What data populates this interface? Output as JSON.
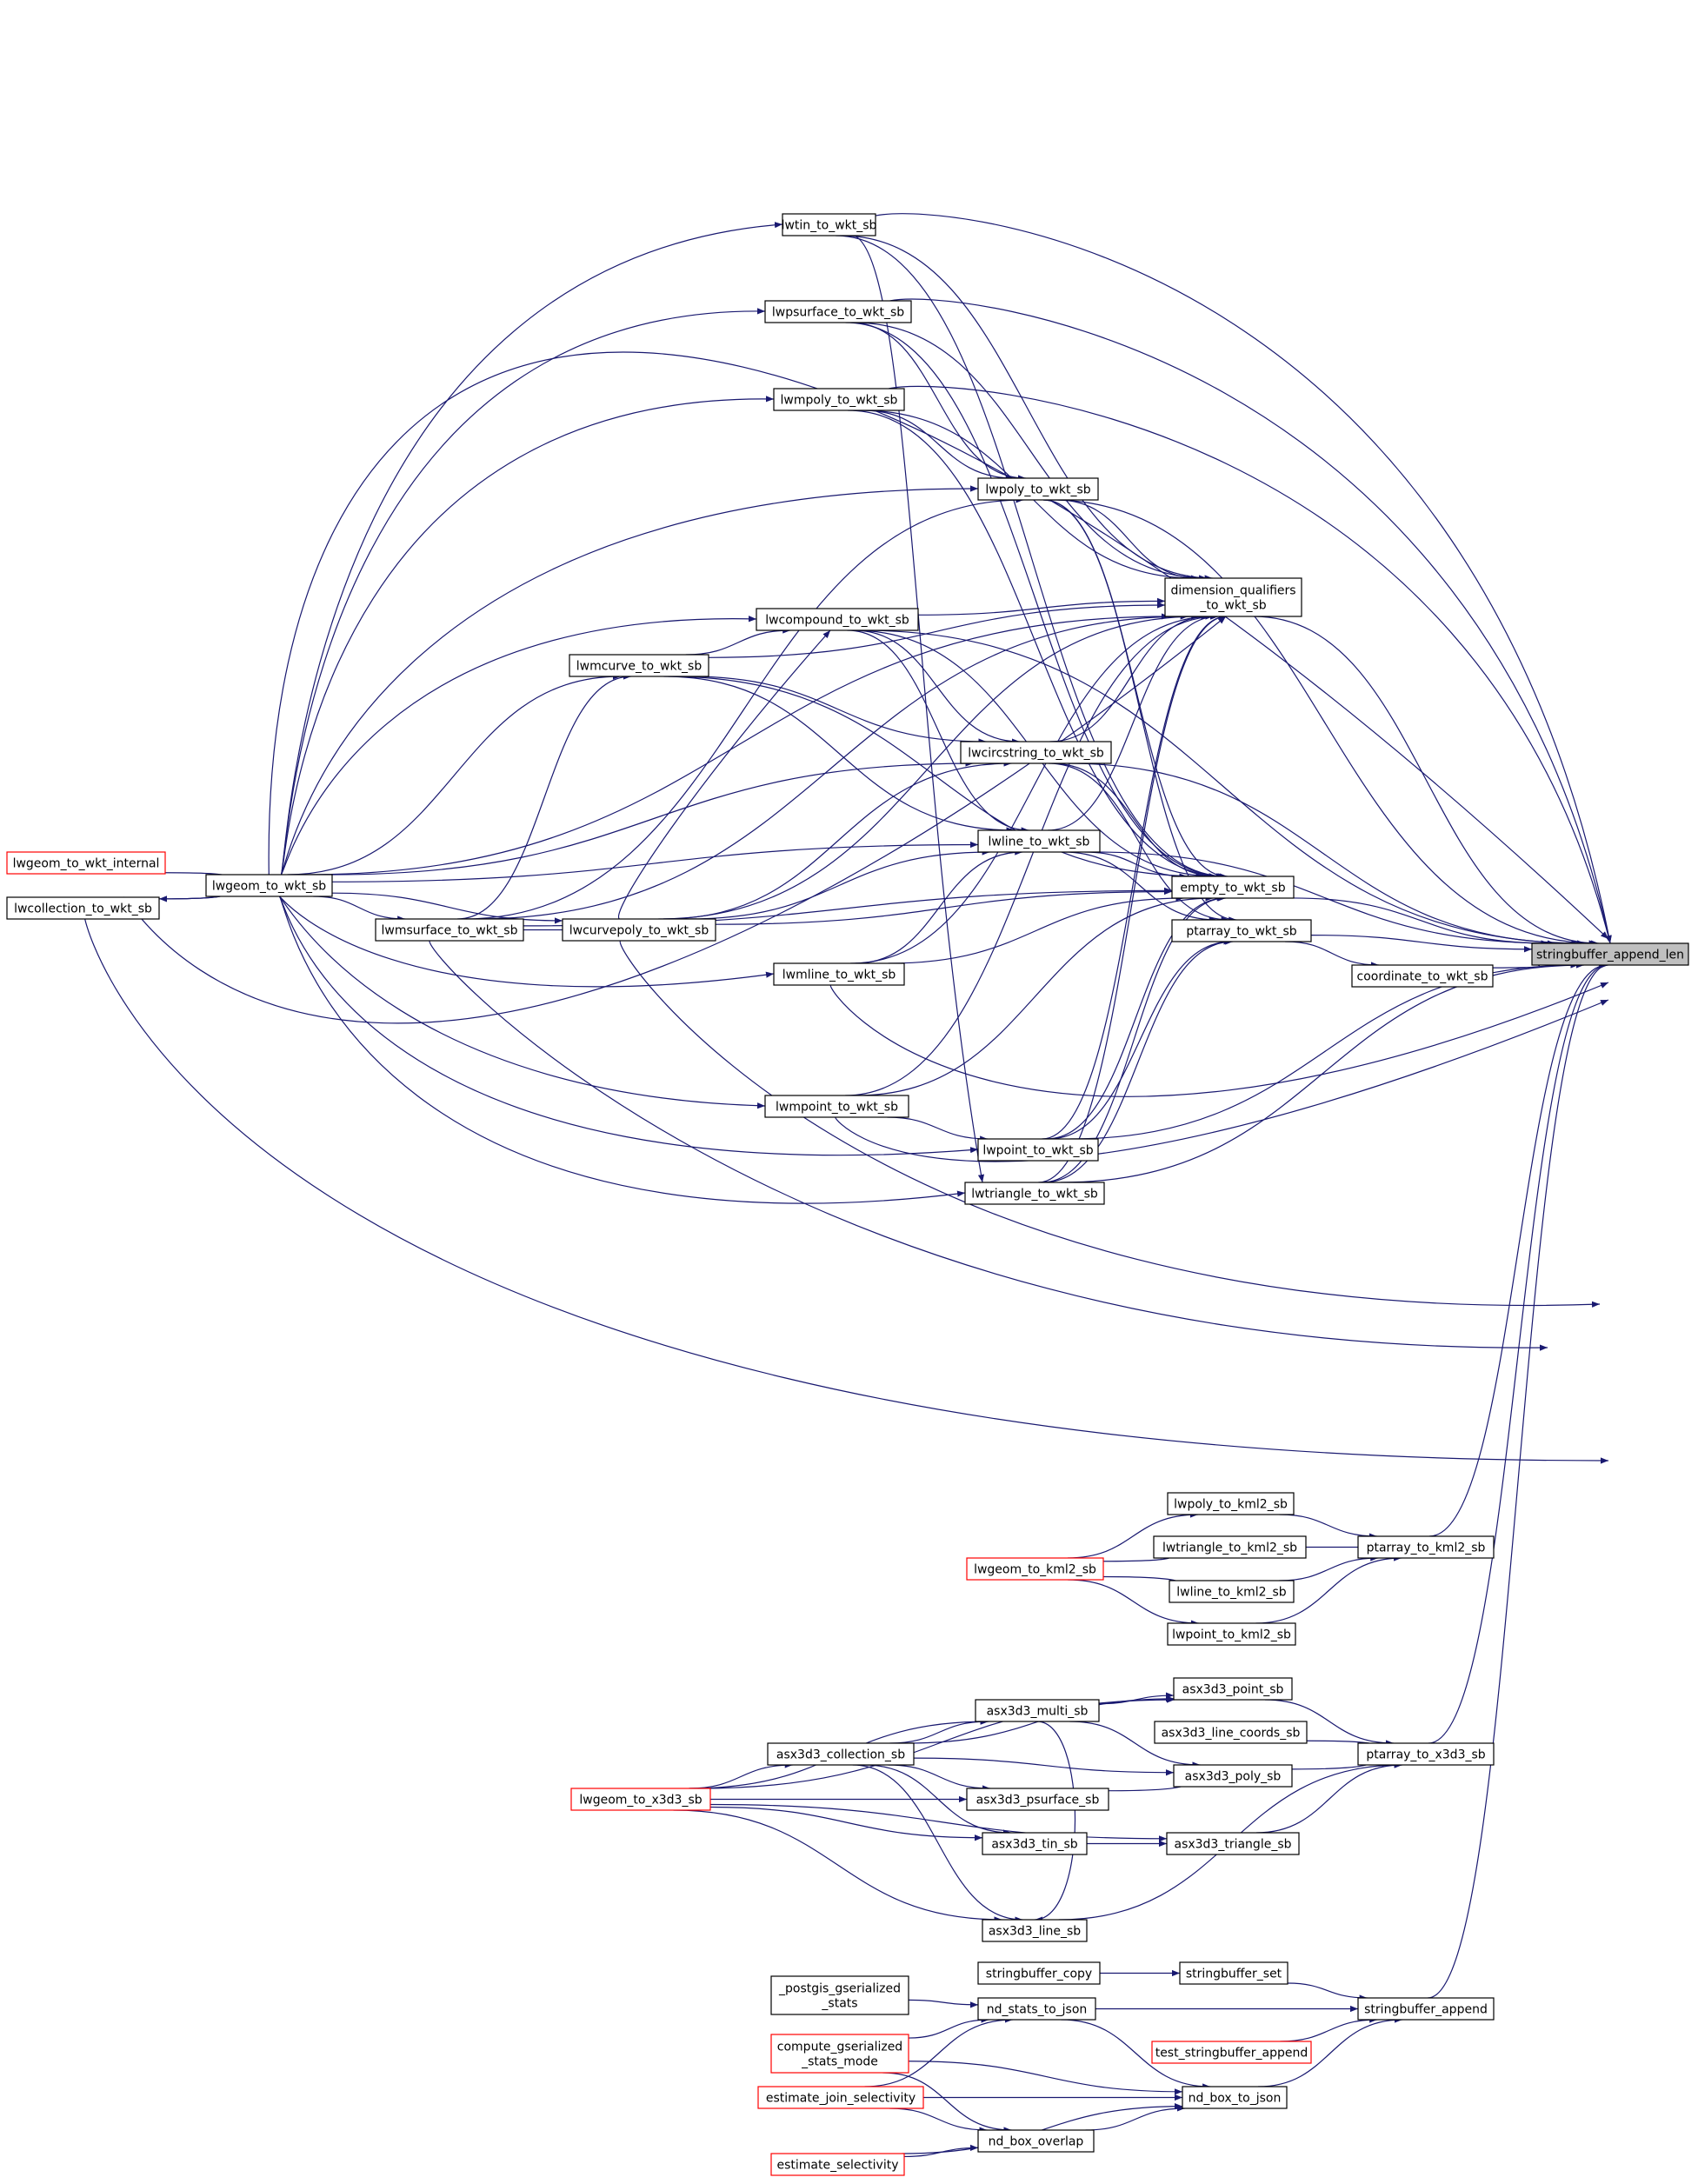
{
  "graph": {
    "colors": {
      "edge": "#191970",
      "node_border": "#000000",
      "node_border_truncated": "#ff0000",
      "node_fill": "#ffffff",
      "root_fill": "#bfbfbf"
    },
    "nodes": [
      {
        "id": "root",
        "label": "stringbuffer_append_len",
        "kind": "root"
      },
      {
        "id": "coord",
        "label": "coordinate_to_wkt_sb",
        "kind": "normal"
      },
      {
        "id": "ptarray",
        "label": "ptarray_to_wkt_sb",
        "kind": "normal"
      },
      {
        "id": "empty",
        "label": "empty_to_wkt_sb",
        "kind": "normal"
      },
      {
        "id": "dimq",
        "label": "dimension_qualifiers\n_to_wkt_sb",
        "kind": "normal"
      },
      {
        "id": "tin",
        "label": "lwtin_to_wkt_sb",
        "kind": "normal"
      },
      {
        "id": "psurf",
        "label": "lwpsurface_to_wkt_sb",
        "kind": "normal"
      },
      {
        "id": "mpoly",
        "label": "lwmpoly_to_wkt_sb",
        "kind": "normal"
      },
      {
        "id": "poly",
        "label": "lwpoly_to_wkt_sb",
        "kind": "normal"
      },
      {
        "id": "compound",
        "label": "lwcompound_to_wkt_sb",
        "kind": "normal"
      },
      {
        "id": "mcurve",
        "label": "lwmcurve_to_wkt_sb",
        "kind": "normal"
      },
      {
        "id": "circ",
        "label": "lwcircstring_to_wkt_sb",
        "kind": "normal"
      },
      {
        "id": "line",
        "label": "lwline_to_wkt_sb",
        "kind": "normal"
      },
      {
        "id": "geomwkt",
        "label": "lwgeom_to_wkt_sb",
        "kind": "normal"
      },
      {
        "id": "wktint",
        "label": "lwgeom_to_wkt_internal",
        "kind": "truncated"
      },
      {
        "id": "coll",
        "label": "lwcollection_to_wkt_sb",
        "kind": "normal"
      },
      {
        "id": "msurf",
        "label": "lwmsurface_to_wkt_sb",
        "kind": "normal"
      },
      {
        "id": "cpoly",
        "label": "lwcurvepoly_to_wkt_sb",
        "kind": "normal"
      },
      {
        "id": "mline",
        "label": "lwmline_to_wkt_sb",
        "kind": "normal"
      },
      {
        "id": "mpoint",
        "label": "lwmpoint_to_wkt_sb",
        "kind": "normal"
      },
      {
        "id": "point",
        "label": "lwpoint_to_wkt_sb",
        "kind": "normal"
      },
      {
        "id": "tri",
        "label": "lwtriangle_to_wkt_sb",
        "kind": "normal"
      },
      {
        "id": "kpoly",
        "label": "lwpoly_to_kml2_sb",
        "kind": "normal"
      },
      {
        "id": "ktri",
        "label": "lwtriangle_to_kml2_sb",
        "kind": "normal"
      },
      {
        "id": "kline",
        "label": "lwline_to_kml2_sb",
        "kind": "normal"
      },
      {
        "id": "kpoint",
        "label": "lwpoint_to_kml2_sb",
        "kind": "normal"
      },
      {
        "id": "kgeom",
        "label": "lwgeom_to_kml2_sb",
        "kind": "truncated"
      },
      {
        "id": "kpt",
        "label": "ptarray_to_kml2_sb",
        "kind": "normal"
      },
      {
        "id": "xpoint",
        "label": "asx3d3_point_sb",
        "kind": "normal"
      },
      {
        "id": "xmulti",
        "label": "asx3d3_multi_sb",
        "kind": "normal"
      },
      {
        "id": "xlc",
        "label": "asx3d3_line_coords_sb",
        "kind": "normal"
      },
      {
        "id": "xcoll",
        "label": "asx3d3_collection_sb",
        "kind": "normal"
      },
      {
        "id": "xpoly",
        "label": "asx3d3_poly_sb",
        "kind": "normal"
      },
      {
        "id": "xpsurf",
        "label": "asx3d3_psurface_sb",
        "kind": "normal"
      },
      {
        "id": "xgeom",
        "label": "lwgeom_to_x3d3_sb",
        "kind": "truncated"
      },
      {
        "id": "xtin",
        "label": "asx3d3_tin_sb",
        "kind": "normal"
      },
      {
        "id": "xtri",
        "label": "asx3d3_triangle_sb",
        "kind": "normal"
      },
      {
        "id": "xline",
        "label": "asx3d3_line_sb",
        "kind": "normal"
      },
      {
        "id": "xpt",
        "label": "ptarray_to_x3d3_sb",
        "kind": "normal"
      },
      {
        "id": "sbcopy",
        "label": "stringbuffer_copy",
        "kind": "normal"
      },
      {
        "id": "sbset",
        "label": "stringbuffer_set",
        "kind": "normal"
      },
      {
        "id": "pgstats",
        "label": "_postgis_gserialized\n_stats",
        "kind": "normal"
      },
      {
        "id": "ndstats",
        "label": "nd_stats_to_json",
        "kind": "normal"
      },
      {
        "id": "sbapp",
        "label": "stringbuffer_append",
        "kind": "normal"
      },
      {
        "id": "testsb",
        "label": "test_stringbuffer_append",
        "kind": "truncated"
      },
      {
        "id": "compute",
        "label": "compute_gserialized\n_stats_mode",
        "kind": "truncated"
      },
      {
        "id": "estjoin",
        "label": "estimate_join_selectivity",
        "kind": "truncated"
      },
      {
        "id": "ndbox",
        "label": "nd_box_to_json",
        "kind": "normal"
      },
      {
        "id": "ndovl",
        "label": "nd_box_overlap",
        "kind": "normal"
      },
      {
        "id": "estsel",
        "label": "estimate_selectivity",
        "kind": "truncated"
      }
    ],
    "edges": [
      [
        "coord",
        "root"
      ],
      [
        "ptarray",
        "root"
      ],
      [
        "ptarray",
        "coord"
      ],
      [
        "empty",
        "root"
      ],
      [
        "dimq",
        "root"
      ],
      [
        "tin",
        "root"
      ],
      [
        "psurf",
        "root"
      ],
      [
        "mpoly",
        "root"
      ],
      [
        "poly",
        "root"
      ],
      [
        "compound",
        "root"
      ],
      [
        "circ",
        "root"
      ],
      [
        "line",
        "root"
      ],
      [
        "mpoint",
        "root"
      ],
      [
        "point",
        "root"
      ],
      [
        "tri",
        "root"
      ],
      [
        "coll",
        "root"
      ],
      [
        "msurf",
        "root"
      ],
      [
        "cpoly",
        "root"
      ],
      [
        "mline",
        "root"
      ],
      [
        "geomwkt",
        "root"
      ],
      [
        "tin",
        "dimq"
      ],
      [
        "psurf",
        "dimq"
      ],
      [
        "mpoly",
        "dimq"
      ],
      [
        "poly",
        "dimq"
      ],
      [
        "compound",
        "dimq"
      ],
      [
        "mcurve",
        "dimq"
      ],
      [
        "circ",
        "dimq"
      ],
      [
        "line",
        "dimq"
      ],
      [
        "cpoly",
        "dimq"
      ],
      [
        "geomwkt",
        "dimq"
      ],
      [
        "coll",
        "dimq"
      ],
      [
        "msurf",
        "dimq"
      ],
      [
        "mline",
        "dimq"
      ],
      [
        "mpoint",
        "dimq"
      ],
      [
        "point",
        "dimq"
      ],
      [
        "tri",
        "dimq"
      ],
      [
        "tin",
        "empty"
      ],
      [
        "psurf",
        "empty"
      ],
      [
        "mpoly",
        "empty"
      ],
      [
        "poly",
        "empty"
      ],
      [
        "compound",
        "empty"
      ],
      [
        "circ",
        "empty"
      ],
      [
        "line",
        "empty"
      ],
      [
        "cpoly",
        "empty"
      ],
      [
        "mline",
        "empty"
      ],
      [
        "mpoint",
        "empty"
      ],
      [
        "point",
        "empty"
      ],
      [
        "tri",
        "empty"
      ],
      [
        "mcurve",
        "empty"
      ],
      [
        "msurf",
        "empty"
      ],
      [
        "poly",
        "ptarray"
      ],
      [
        "circ",
        "ptarray"
      ],
      [
        "line",
        "ptarray"
      ],
      [
        "point",
        "ptarray"
      ],
      [
        "tri",
        "ptarray"
      ],
      [
        "wktint",
        "geomwkt"
      ],
      [
        "coll",
        "geomwkt"
      ],
      [
        "geomwkt",
        "coll"
      ],
      [
        "geomwkt",
        "msurf"
      ],
      [
        "msurf",
        "cpoly"
      ],
      [
        "geomwkt",
        "cpoly"
      ],
      [
        "geomwkt",
        "tin"
      ],
      [
        "geomwkt",
        "psurf"
      ],
      [
        "geomwkt",
        "mpoly"
      ],
      [
        "geomwkt",
        "poly"
      ],
      [
        "geomwkt",
        "compound"
      ],
      [
        "geomwkt",
        "mcurve"
      ],
      [
        "geomwkt",
        "circ"
      ],
      [
        "geomwkt",
        "line"
      ],
      [
        "geomwkt",
        "mline"
      ],
      [
        "geomwkt",
        "mpoint"
      ],
      [
        "geomwkt",
        "point"
      ],
      [
        "geomwkt",
        "tri"
      ],
      [
        "mcurve",
        "compound"
      ],
      [
        "mcurve",
        "circ"
      ],
      [
        "mcurve",
        "line"
      ],
      [
        "compound",
        "circ"
      ],
      [
        "compound",
        "line"
      ],
      [
        "cpoly",
        "compound"
      ],
      [
        "cpoly",
        "circ"
      ],
      [
        "cpoly",
        "line"
      ],
      [
        "mline",
        "line"
      ],
      [
        "mpoint",
        "point"
      ],
      [
        "mpoly",
        "poly"
      ],
      [
        "psurf",
        "poly"
      ],
      [
        "tin",
        "tri"
      ],
      [
        "msurf",
        "poly"
      ],
      [
        "msurf",
        "mcurve"
      ],
      [
        "kpoly",
        "kpt"
      ],
      [
        "ktri",
        "kpt"
      ],
      [
        "kline",
        "kpt"
      ],
      [
        "kpoint",
        "kpt"
      ],
      [
        "kgeom",
        "kpoly"
      ],
      [
        "kgeom",
        "ktri"
      ],
      [
        "kgeom",
        "kline"
      ],
      [
        "kgeom",
        "kpoint"
      ],
      [
        "kpt",
        "root"
      ],
      [
        "xpoint",
        "xpt"
      ],
      [
        "xlc",
        "xpt"
      ],
      [
        "xpoly",
        "xpt"
      ],
      [
        "xtri",
        "xpt"
      ],
      [
        "xline",
        "xpt"
      ],
      [
        "xpt",
        "root"
      ],
      [
        "xgeom",
        "xpoint"
      ],
      [
        "xgeom",
        "xmulti"
      ],
      [
        "xgeom",
        "xcoll"
      ],
      [
        "xgeom",
        "xpsurf"
      ],
      [
        "xgeom",
        "xtin"
      ],
      [
        "xgeom",
        "xtri"
      ],
      [
        "xgeom",
        "xline"
      ],
      [
        "xcoll",
        "xpoint"
      ],
      [
        "xcoll",
        "xmulti"
      ],
      [
        "xcoll",
        "xpoly"
      ],
      [
        "xcoll",
        "xpsurf"
      ],
      [
        "xcoll",
        "xtin"
      ],
      [
        "xcoll",
        "xline"
      ],
      [
        "xmulti",
        "xpoint"
      ],
      [
        "xmulti",
        "xline"
      ],
      [
        "xmulti",
        "xpoly"
      ],
      [
        "xpsurf",
        "xpoly"
      ],
      [
        "xtin",
        "xtri"
      ],
      [
        "sbcopy",
        "sbset"
      ],
      [
        "sbset",
        "sbapp"
      ],
      [
        "sbapp",
        "root"
      ],
      [
        "testsb",
        "sbapp"
      ],
      [
        "ndstats",
        "sbapp"
      ],
      [
        "ndbox",
        "sbapp"
      ],
      [
        "pgstats",
        "ndstats"
      ],
      [
        "compute",
        "ndstats"
      ],
      [
        "estjoin",
        "ndstats"
      ],
      [
        "compute",
        "ndbox"
      ],
      [
        "estjoin",
        "ndbox"
      ],
      [
        "ndovl",
        "ndbox"
      ],
      [
        "compute",
        "ndovl"
      ],
      [
        "estjoin",
        "ndovl"
      ],
      [
        "estsel",
        "ndovl"
      ],
      [
        "estsel",
        "ndbox"
      ],
      [
        "ndstats",
        "ndbox"
      ]
    ]
  }
}
